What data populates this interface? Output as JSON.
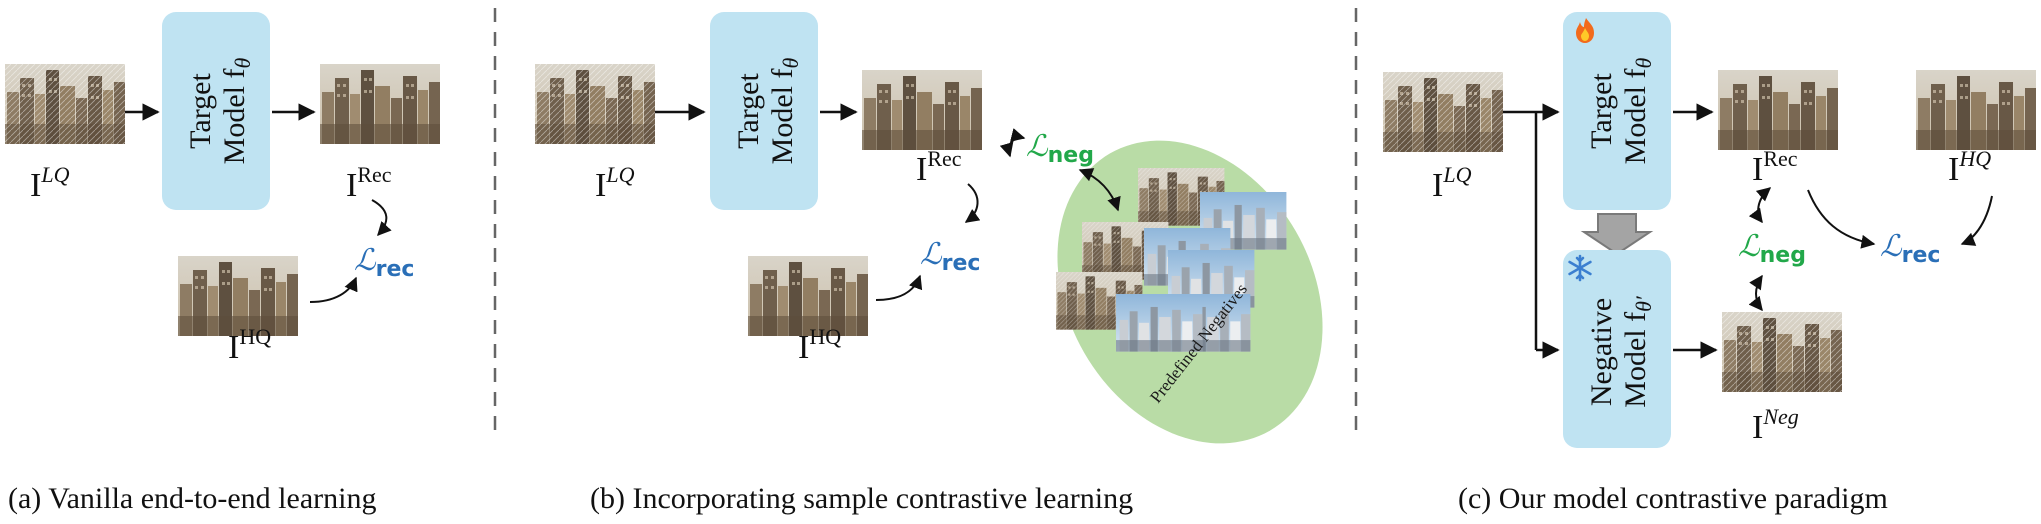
{
  "panels": {
    "a": {
      "caption": "(a) Vanilla end-to-end learning",
      "target_model": {
        "line1": "Target",
        "line2": "Model f",
        "sub": "θ"
      },
      "input_label": {
        "base": "I",
        "sup": "LQ"
      },
      "rec_label": {
        "base": "I",
        "sup": "Rec"
      },
      "hq_label": {
        "base": "I",
        "sup": "HQ"
      },
      "loss": {
        "symbol": "ℒ",
        "sub": "rec"
      }
    },
    "b": {
      "caption": "(b) Incorporating sample contrastive learning",
      "target_model": {
        "line1": "Target",
        "line2": "Model f",
        "sub": "θ"
      },
      "input_label": {
        "base": "I",
        "sup": "LQ"
      },
      "rec_label": {
        "base": "I",
        "sup": "Rec"
      },
      "hq_label": {
        "base": "I",
        "sup": "HQ"
      },
      "loss_rec": {
        "symbol": "ℒ",
        "sub": "rec"
      },
      "loss_neg": {
        "symbol": "ℒ",
        "sub": "neg"
      },
      "negatives_label": "Predefined Negatives"
    },
    "c": {
      "caption": "(c) Our model contrastive paradigm",
      "target_model": {
        "line1": "Target",
        "line2": "Model f",
        "sub": "θ"
      },
      "negative_model": {
        "line1": "Negative",
        "line2": "Model f",
        "sub": "θ′"
      },
      "input_label": {
        "base": "I",
        "sup": "LQ"
      },
      "rec_label": {
        "base": "I",
        "sup": "Rec"
      },
      "hq_label": {
        "base": "I",
        "sup": "HQ"
      },
      "neg_label": {
        "base": "I",
        "sup": "Neg"
      },
      "loss_rec": {
        "symbol": "ℒ",
        "sub": "rec"
      },
      "loss_neg": {
        "symbol": "ℒ",
        "sub": "neg"
      },
      "fire_icon": "fire-icon",
      "snowflake_icon": "snowflake-icon"
    }
  },
  "colors": {
    "model_box": "#bfe3f2",
    "loss_rec": "#2a6fb7",
    "loss_neg": "#22a84a",
    "ellipse": "#b9dca6",
    "divider": "#666666"
  }
}
